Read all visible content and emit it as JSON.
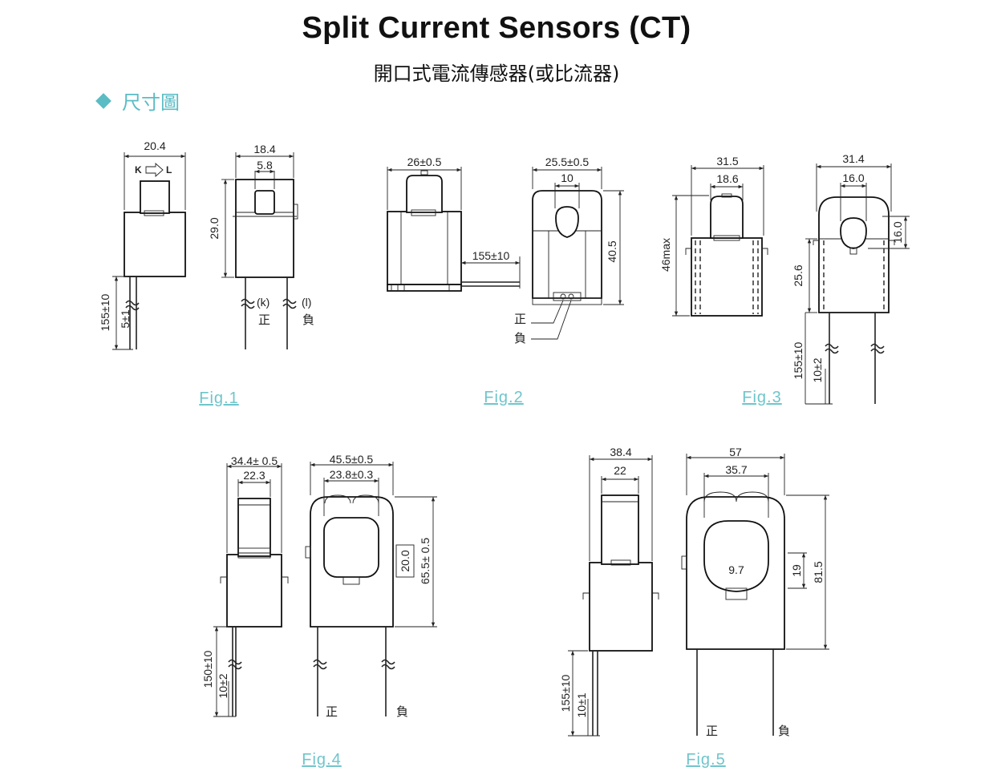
{
  "header": {
    "title": "Split Current Sensors (CT)",
    "subtitle": "開口式電流傳感器(或比流器)",
    "section_label": "尺寸圖"
  },
  "figures": [
    {
      "label": "Fig.1",
      "dims": [
        "20.4",
        "18.4",
        "5.8",
        "29.0",
        "155±10",
        "5±1"
      ],
      "leads": [
        "(k)",
        "(l)",
        "正",
        "負"
      ],
      "arrow": [
        "K",
        "L"
      ]
    },
    {
      "label": "Fig.2",
      "dims": [
        "26±0.5",
        "25.5±0.5",
        "10",
        "40.5",
        "155±10"
      ],
      "leads": [
        "正",
        "負"
      ]
    },
    {
      "label": "Fig.3",
      "dims": [
        "31.5",
        "18.6",
        "46max",
        "31.4",
        "16.0",
        "16.0",
        "25.6",
        "155±10",
        "10±2"
      ]
    },
    {
      "label": "Fig.4",
      "dims": [
        "34.4± 0.5",
        "22.3",
        "45.5±0.5",
        "23.8±0.3",
        "20.0",
        "65.5± 0.5",
        "150±10",
        "10±2"
      ],
      "leads": [
        "正",
        "負"
      ]
    },
    {
      "label": "Fig.5",
      "dims": [
        "38.4",
        "22",
        "57",
        "35.7",
        "9.7",
        "19",
        "81.5",
        "155±10",
        "10±1"
      ],
      "leads": [
        "正",
        "負"
      ]
    }
  ],
  "colors": {
    "accent": "#5bbcc4",
    "fig_label": "#6fc5cb"
  }
}
